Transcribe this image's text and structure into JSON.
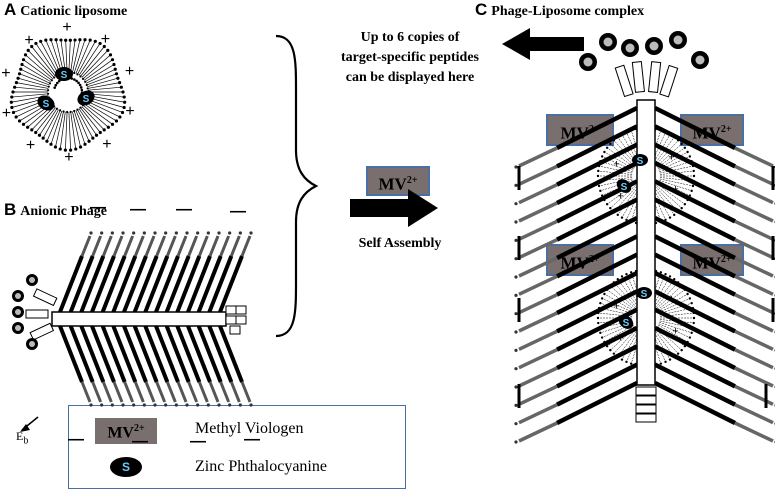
{
  "panels": {
    "a": {
      "letter": "A",
      "title": "Cationic liposome"
    },
    "b": {
      "letter": "B",
      "title": "Anionic Phage"
    },
    "c": {
      "letter": "C",
      "title": "Phage-Liposome complex"
    }
  },
  "note": {
    "line1": "Up to 6 copies of",
    "line2": "target-specific peptides",
    "line3": "can be displayed here"
  },
  "process": {
    "label": "Self Assembly"
  },
  "mv": {
    "base": "MV",
    "charge": "2+"
  },
  "symbols": {
    "zinc": "S",
    "plus": "+",
    "minus": "—",
    "eb_base": "E",
    "eb_sub": "b"
  },
  "legend": {
    "mv_label": "Methyl Viologen",
    "zinc_label": "Zinc Phthalocyanine"
  },
  "colors": {
    "accent": "#4a6fa5",
    "mv_fill": "#7a6f6f",
    "zinc_glyph": "#66ccff"
  },
  "icons": [
    "arrow-left-icon",
    "curly-brace-icon",
    "arrow-right-icon",
    "peptide-bead-icon"
  ]
}
